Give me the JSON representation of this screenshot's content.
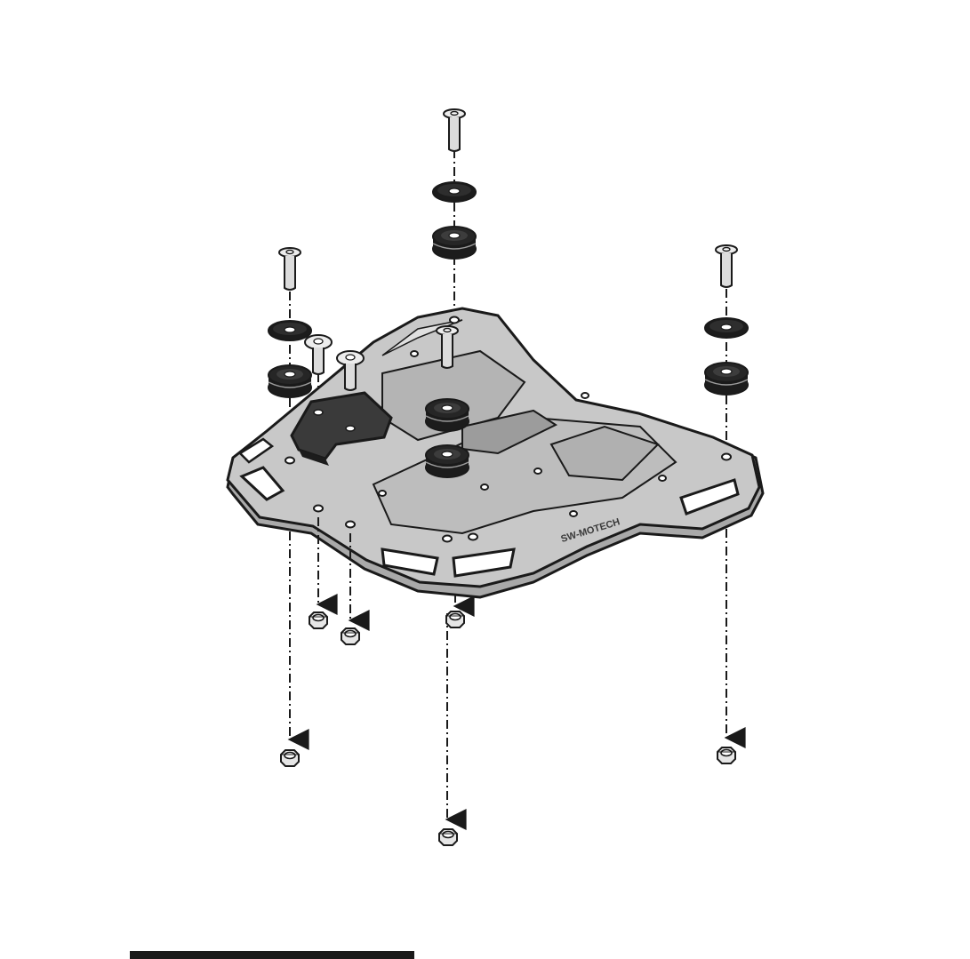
{
  "diagram": {
    "brand_logo_text": "SW-MOTECH",
    "colors": {
      "plate_fill": "#c8c8c8",
      "plate_dark": "#a9a9a9",
      "outline": "#1a1a1a",
      "rubber": "#1c1c1c",
      "bolt_fill": "#d9d9d9",
      "bracket_fill": "#3a3a3a",
      "background": "#ffffff"
    },
    "components": [
      {
        "name": "center-bolt-top",
        "icon": "countersunk-bolt"
      },
      {
        "name": "center-washer",
        "icon": "rubber-washer"
      },
      {
        "name": "center-grommet",
        "icon": "rubber-grommet"
      },
      {
        "name": "left-bolt",
        "icon": "countersunk-bolt"
      },
      {
        "name": "left-washer",
        "icon": "rubber-washer"
      },
      {
        "name": "left-grommet",
        "icon": "rubber-grommet"
      },
      {
        "name": "right-bolt",
        "icon": "countersunk-bolt"
      },
      {
        "name": "right-washer",
        "icon": "rubber-washer"
      },
      {
        "name": "right-grommet",
        "icon": "rubber-grommet"
      },
      {
        "name": "bracket-bolt-1",
        "icon": "button-head-bolt"
      },
      {
        "name": "bracket-bolt-2",
        "icon": "button-head-bolt"
      },
      {
        "name": "front-center-bolt",
        "icon": "countersunk-bolt"
      },
      {
        "name": "mounting-bracket",
        "icon": "bracket"
      },
      {
        "name": "rack-plate",
        "icon": "luggage-rack-plate"
      },
      {
        "name": "nut-bracket-1",
        "icon": "hex-nut"
      },
      {
        "name": "nut-bracket-2",
        "icon": "hex-nut"
      },
      {
        "name": "nut-center-upper",
        "icon": "hex-nut"
      },
      {
        "name": "nut-left",
        "icon": "hex-nut"
      },
      {
        "name": "nut-right",
        "icon": "hex-nut"
      },
      {
        "name": "nut-center-lower",
        "icon": "hex-nut"
      }
    ]
  }
}
